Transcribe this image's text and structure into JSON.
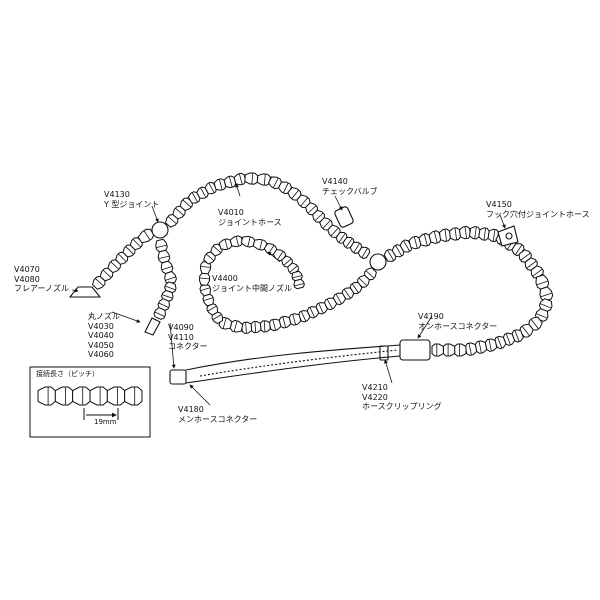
{
  "labels": {
    "v4130": {
      "code": "V4130",
      "name": "Y 型ジョイント"
    },
    "v4010": {
      "code": "V4010",
      "name": "ジョイントホース"
    },
    "v4140": {
      "code": "V4140",
      "name": "チェックバルブ"
    },
    "v4150": {
      "code": "V4150",
      "name": "フック穴付ジョイントホース"
    },
    "v4070": {
      "lines": [
        "V4070",
        "V4080",
        "フレアーノズル"
      ]
    },
    "v4400": {
      "code": "V4400",
      "name": "ジョイント中間ノズル"
    },
    "maru": {
      "lines": [
        "丸ノズル",
        "V4030",
        "V4040",
        "V4050",
        "V4060"
      ]
    },
    "v4090": {
      "lines": [
        "V4090",
        "V4110",
        "コネクター"
      ]
    },
    "v4190": {
      "code": "V4190",
      "name": "オンホースコネクター"
    },
    "v4180": {
      "code": "V4180",
      "name": "メンホースコネクター"
    },
    "v4210": {
      "lines": [
        "V4210",
        "V4220",
        "ホースクリップリング"
      ]
    }
  },
  "inset": {
    "title": "接続長さ（ピッチ）",
    "dimension": "19mm"
  },
  "colors": {
    "stroke": "#111111",
    "fill": "#ffffff"
  }
}
